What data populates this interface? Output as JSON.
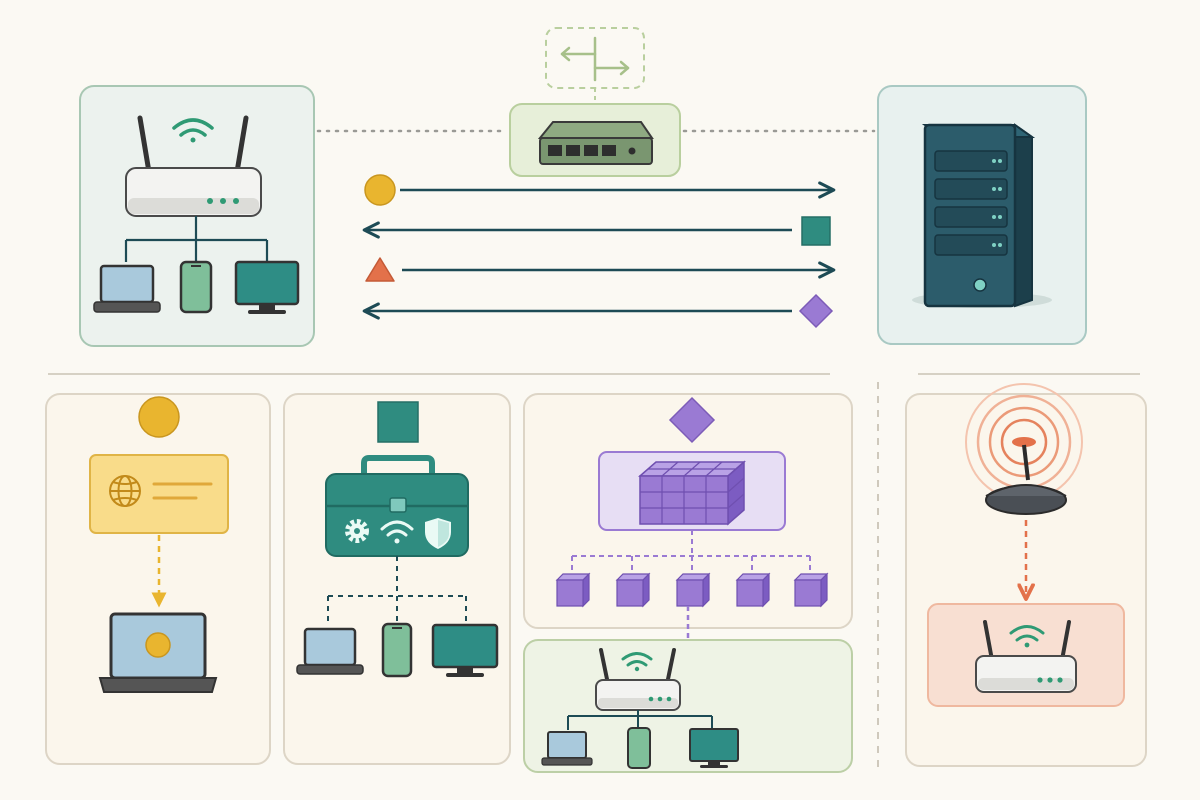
{
  "colors": {
    "background": "#fbf9f3",
    "panel_border": "#d9d2c3",
    "home_panel_fill": "#ecf2ee",
    "home_panel_border": "#a8c7b3",
    "server_panel_fill": "#e8f1ef",
    "server_panel_border": "#a9c9c3",
    "gateway_fill": "#e7efd9",
    "gateway_border": "#b9cf9e",
    "arrow": "#1d4b55",
    "yellow": "#e9b52f",
    "teal": "#2f8c80",
    "orange": "#e3714a",
    "purple": "#9a7ad3",
    "router_white": "#f3f3f1",
    "device_blue": "#a9c9dc",
    "device_green": "#7fbf9a",
    "device_teal": "#2e8d85",
    "server_dark": "#25505f",
    "server_front": "#2c5c6b",
    "orange_panel_fill": "#f8dfd2",
    "purple_panel_fill": "#e7def4"
  },
  "icons": [
    "wifi-router-icon",
    "laptop-icon",
    "smartphone-icon",
    "monitor-icon",
    "network-switch-icon",
    "server-tower-icon",
    "globe-icon",
    "toolbox-icon",
    "gear-icon",
    "wifi-icon",
    "shield-icon",
    "cube-block-icon",
    "broadcast-antenna-icon",
    "split-arrows-icon"
  ],
  "flows": [
    {
      "marker": "circle",
      "color": "yellow",
      "direction": "to-server"
    },
    {
      "marker": "square",
      "color": "teal",
      "direction": "to-home"
    },
    {
      "marker": "triangle",
      "color": "orange",
      "direction": "to-server"
    },
    {
      "marker": "diamond",
      "color": "purple",
      "direction": "to-home"
    }
  ],
  "panels": [
    {
      "name": "yellow-circle-panel",
      "marker": "circle",
      "color": "yellow"
    },
    {
      "name": "teal-square-panel",
      "marker": "square",
      "color": "teal"
    },
    {
      "name": "purple-diamond-panel",
      "marker": "diamond",
      "color": "purple"
    },
    {
      "name": "broadcast-panel",
      "marker": "none",
      "color": "orange"
    }
  ]
}
